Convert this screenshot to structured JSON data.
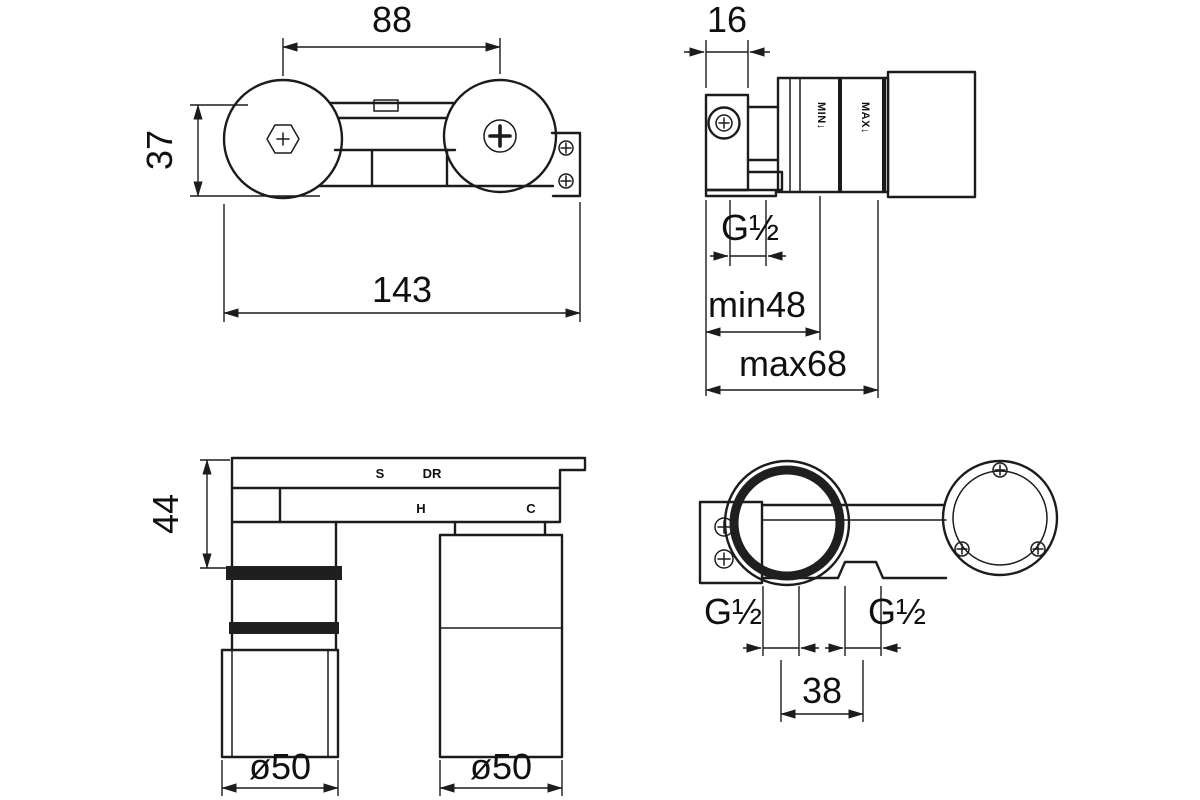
{
  "drawing": {
    "front_view": {
      "centers_distance": "88",
      "body_height": "37",
      "overall_width": "143"
    },
    "side_view": {
      "plate_depth": "16",
      "thread": "G½",
      "min_label": "MIN↓",
      "max_label": "MAX↓",
      "min_depth": "min48",
      "max_depth": "max68"
    },
    "bottom_view": {
      "body_height": "44",
      "left_diameter": "ø50",
      "right_diameter": "ø50",
      "mark_s": "S",
      "mark_dr": "DR",
      "mark_h": "H",
      "mark_c": "C"
    },
    "top_view": {
      "left_thread": "G½",
      "right_thread": "G½",
      "inlet_spacing": "38"
    },
    "colors": {
      "line": "#1c1c1c",
      "background": "#ffffff"
    }
  }
}
